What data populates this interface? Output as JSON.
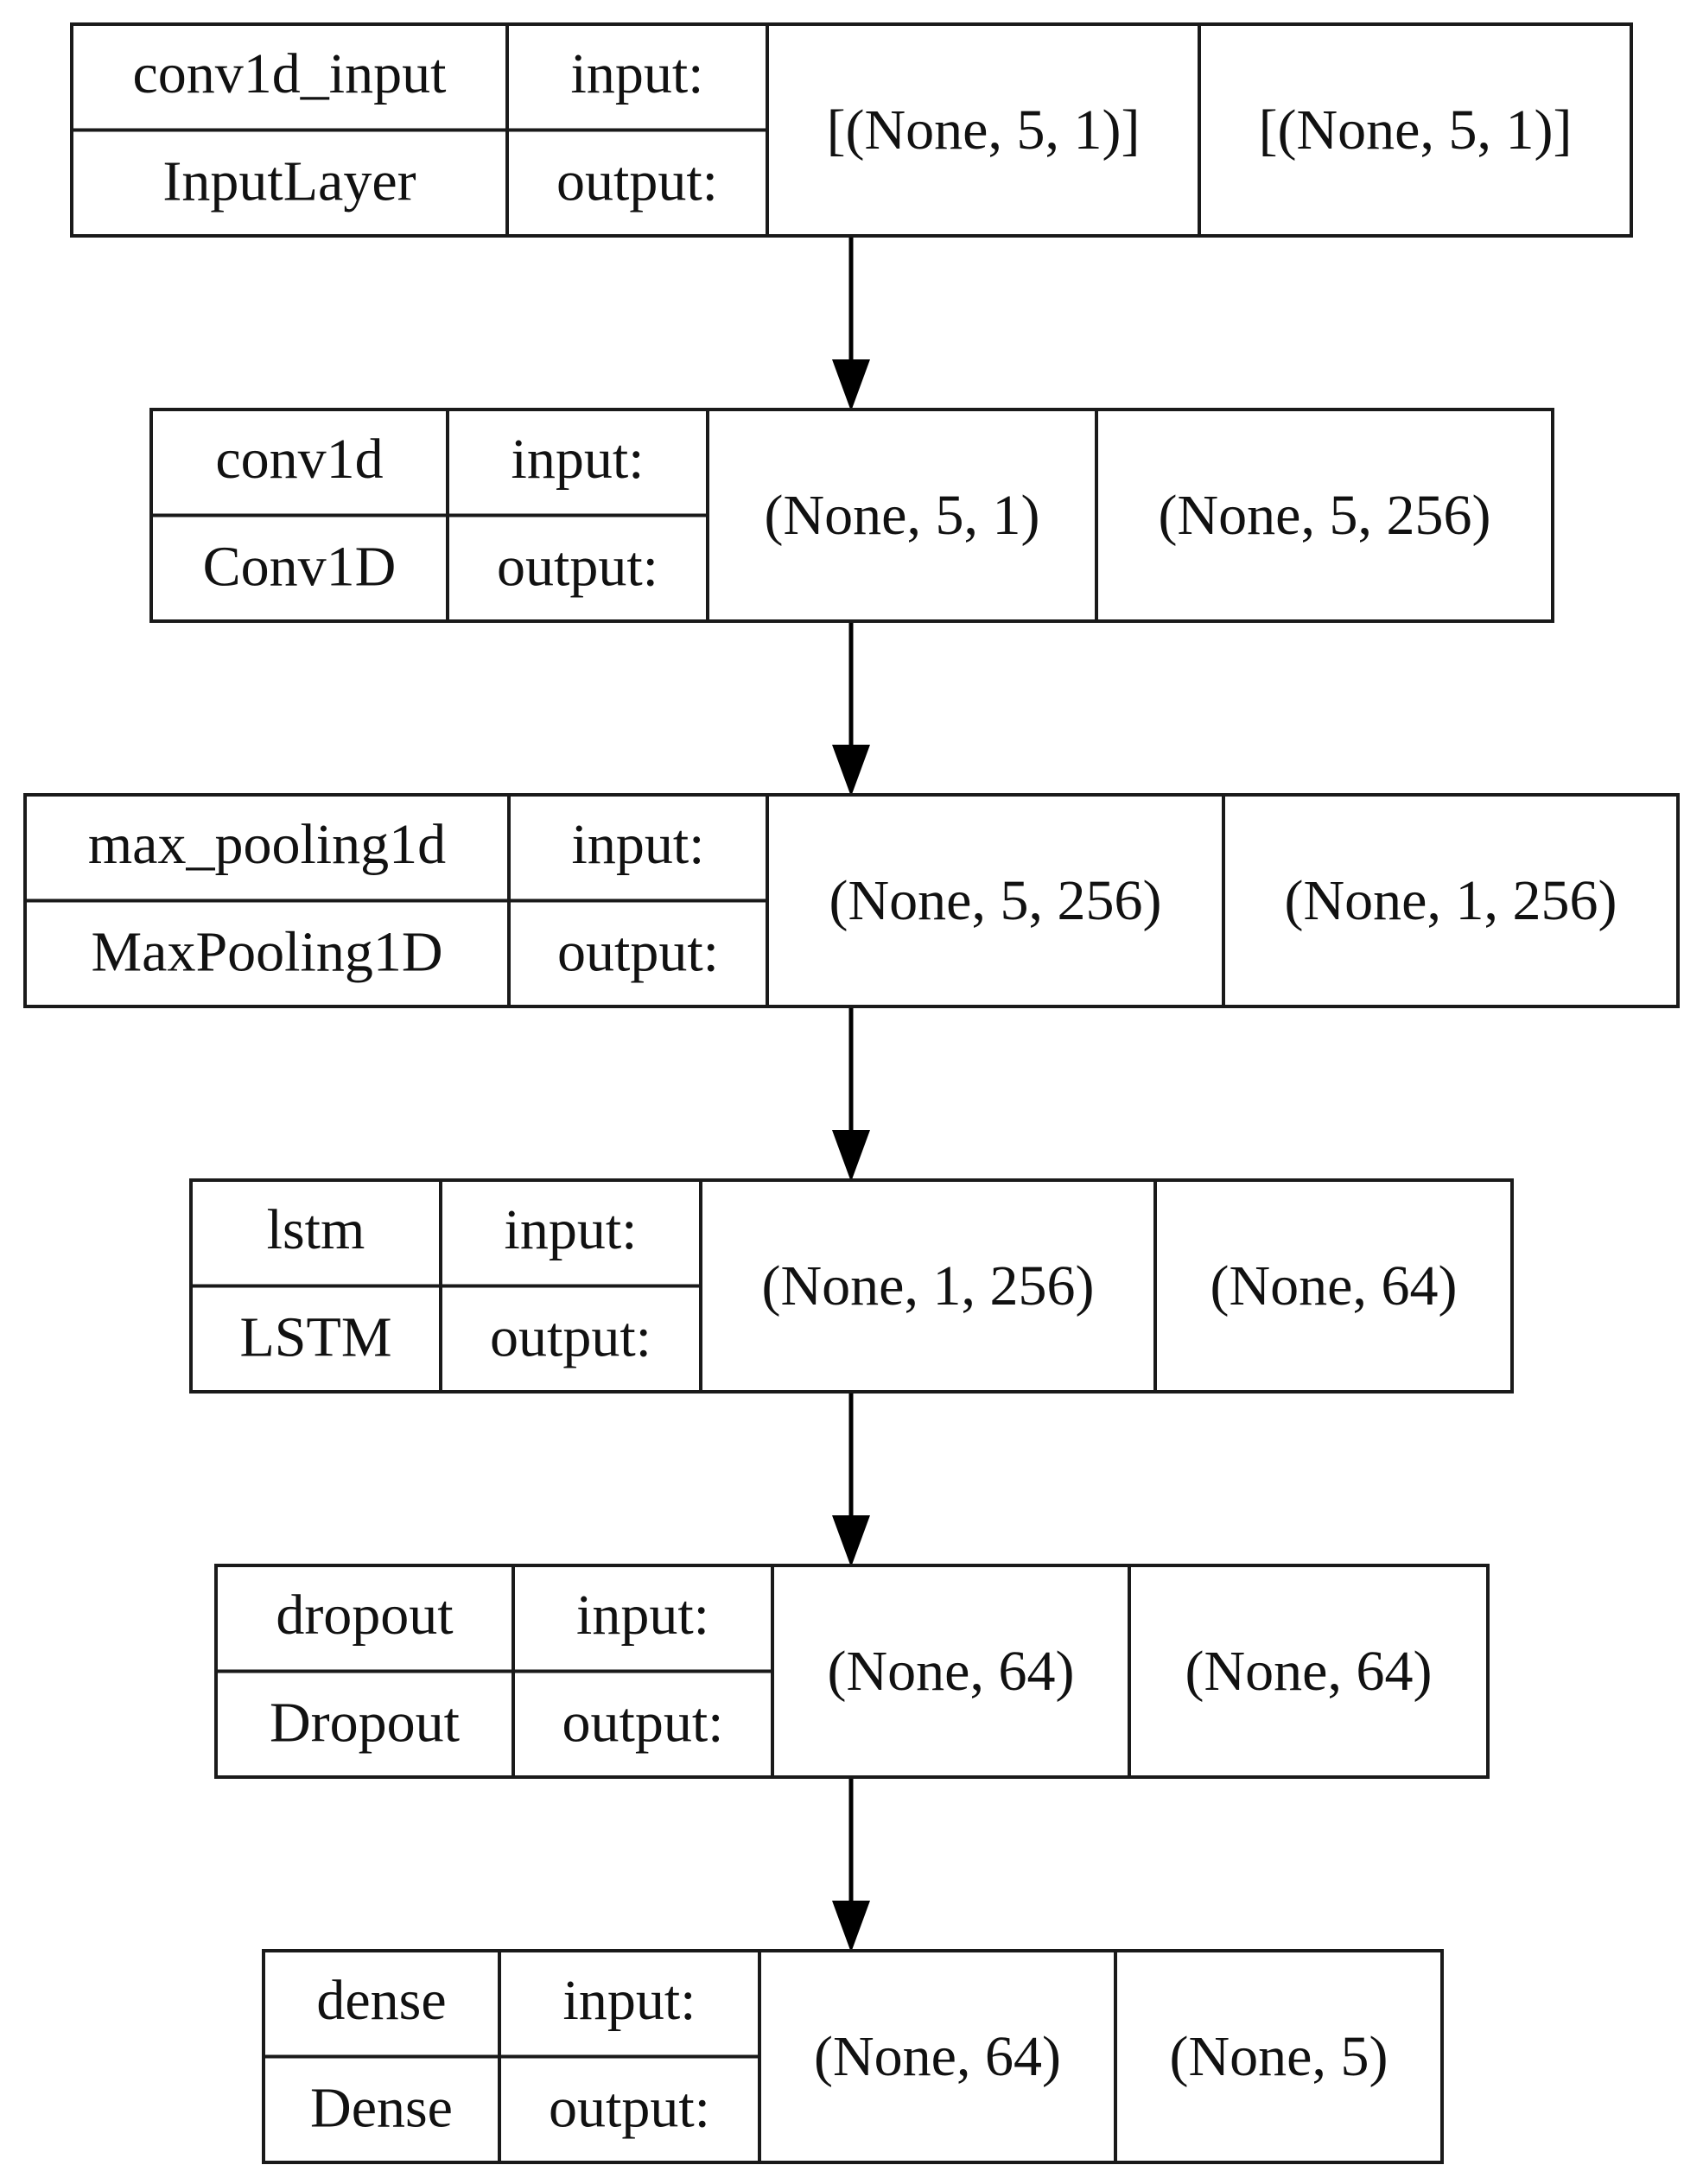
{
  "diagram": {
    "nodes": [
      {
        "name": "conv1d_input",
        "type": "InputLayer",
        "input_label": "input:",
        "output_label": "output:",
        "input_shape": "[(None, 5, 1)]",
        "output_shape": "[(None, 5, 1)]"
      },
      {
        "name": "conv1d",
        "type": "Conv1D",
        "input_label": "input:",
        "output_label": "output:",
        "input_shape": "(None, 5, 1)",
        "output_shape": "(None, 5, 256)"
      },
      {
        "name": "max_pooling1d",
        "type": "MaxPooling1D",
        "input_label": "input:",
        "output_label": "output:",
        "input_shape": "(None, 5, 256)",
        "output_shape": "(None, 1, 256)"
      },
      {
        "name": "lstm",
        "type": "LSTM",
        "input_label": "input:",
        "output_label": "output:",
        "input_shape": "(None, 1, 256)",
        "output_shape": "(None, 64)"
      },
      {
        "name": "dropout",
        "type": "Dropout",
        "input_label": "input:",
        "output_label": "output:",
        "input_shape": "(None, 64)",
        "output_shape": "(None, 64)"
      },
      {
        "name": "dense",
        "type": "Dense",
        "input_label": "input:",
        "output_label": "output:",
        "input_shape": "(None, 64)",
        "output_shape": "(None, 5)"
      }
    ],
    "edges": [
      {
        "from": "conv1d_input",
        "to": "conv1d"
      },
      {
        "from": "conv1d",
        "to": "max_pooling1d"
      },
      {
        "from": "max_pooling1d",
        "to": "lstm"
      },
      {
        "from": "lstm",
        "to": "dropout"
      },
      {
        "from": "dropout",
        "to": "dense"
      }
    ]
  }
}
